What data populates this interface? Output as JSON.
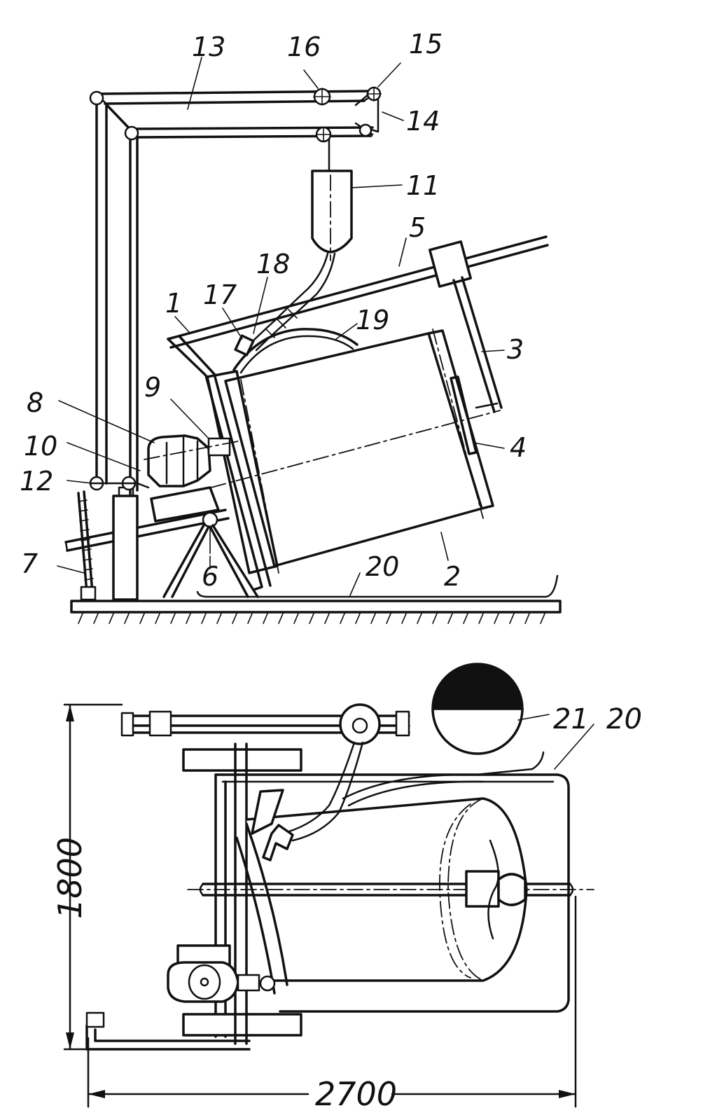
{
  "figure": {
    "top_view_labels": {
      "n1": "1",
      "n2": "2",
      "n3": "3",
      "n4": "4",
      "n5": "5",
      "n6": "6",
      "n7": "7",
      "n8": "8",
      "n9": "9",
      "n10": "10",
      "n11": "11",
      "n12": "12",
      "n13": "13",
      "n14": "14",
      "n15": "15",
      "n16": "16",
      "n17": "17",
      "n18": "18",
      "n19": "19",
      "n20": "20"
    },
    "plan_view_labels": {
      "n20": "20",
      "n21": "21"
    },
    "dimensions": {
      "height": "1800",
      "width": "2700"
    }
  }
}
